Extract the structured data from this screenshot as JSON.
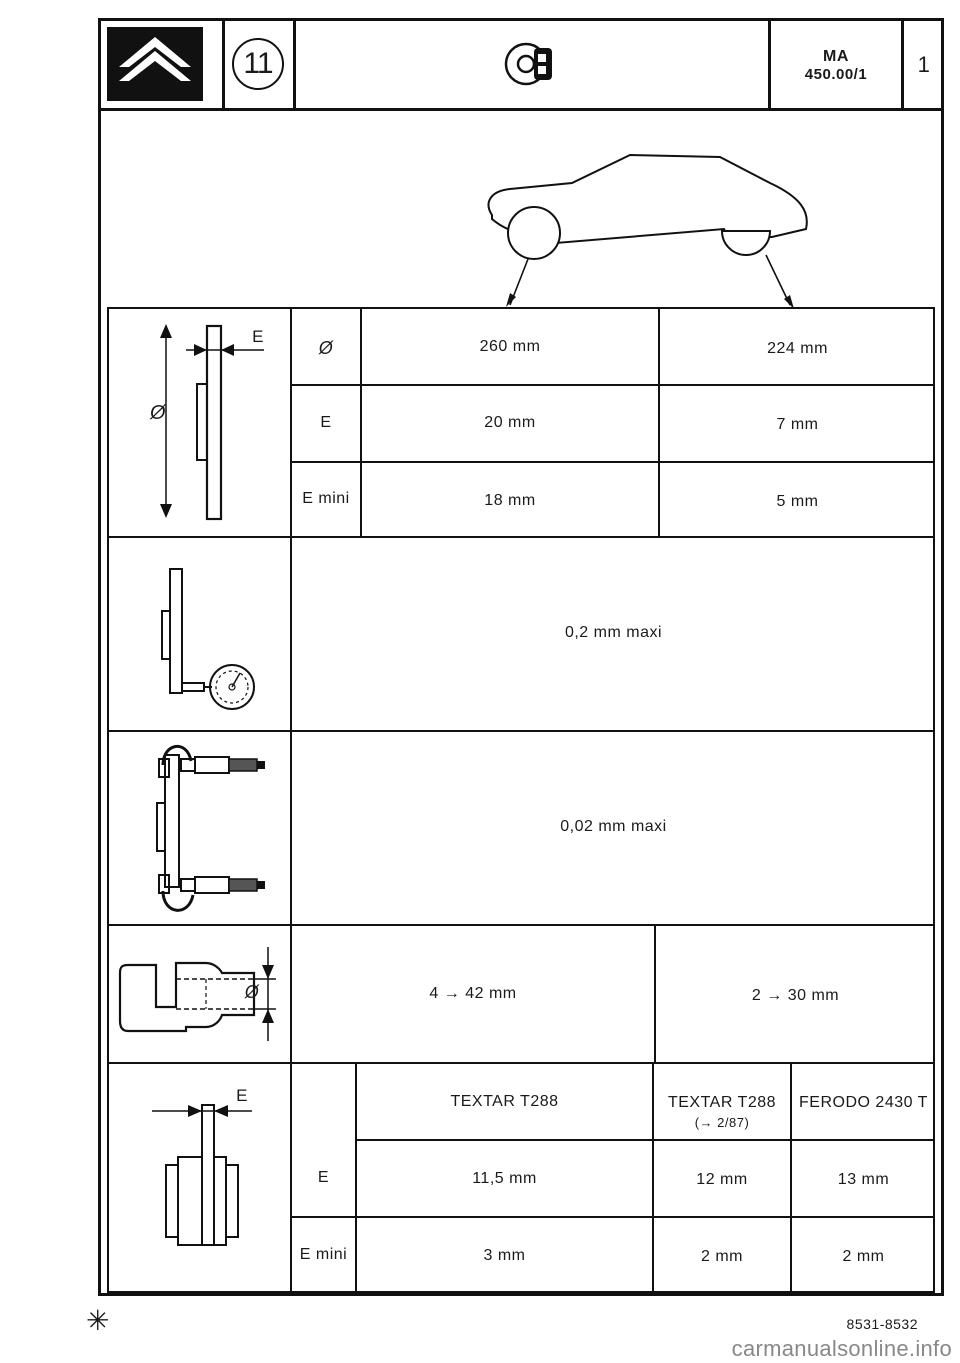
{
  "header": {
    "chapter_number": "11",
    "ref_code": "MA",
    "ref_number": "450.00/1",
    "page_number": "1"
  },
  "disc": {
    "header_diam": "Ø",
    "header_e": "E",
    "diam_label": "Ø",
    "e_label": "E",
    "e_mini_label": "E mini",
    "front": {
      "diameter": "260 mm",
      "thickness": "20 mm",
      "thickness_min": "18 mm"
    },
    "rear": {
      "diameter": "224 mm",
      "thickness": "7 mm",
      "thickness_min": "5 mm"
    }
  },
  "runout": {
    "value": "0,2 mm maxi"
  },
  "parallelism": {
    "value": "0,02 mm maxi"
  },
  "caliper": {
    "diam_label": "Ø",
    "front": "4 → 42 mm",
    "rear": "2 → 30 mm"
  },
  "pads": {
    "header_e": "E",
    "e_label": "E",
    "e_mini_label": "E mini",
    "brands": [
      {
        "name": "TEXTAR T288",
        "note": ""
      },
      {
        "name": "TEXTAR T288",
        "note": "(→ 2/87)"
      },
      {
        "name": "FERODO 2430 T",
        "note": ""
      }
    ],
    "thickness": [
      "11,5 mm",
      "12 mm",
      "13 mm"
    ],
    "thickness_min": [
      "3 mm",
      "2 mm",
      "2 mm"
    ]
  },
  "footer": {
    "star": "✳",
    "code": "8531-8532",
    "watermark": "carmanualsonline.info"
  }
}
